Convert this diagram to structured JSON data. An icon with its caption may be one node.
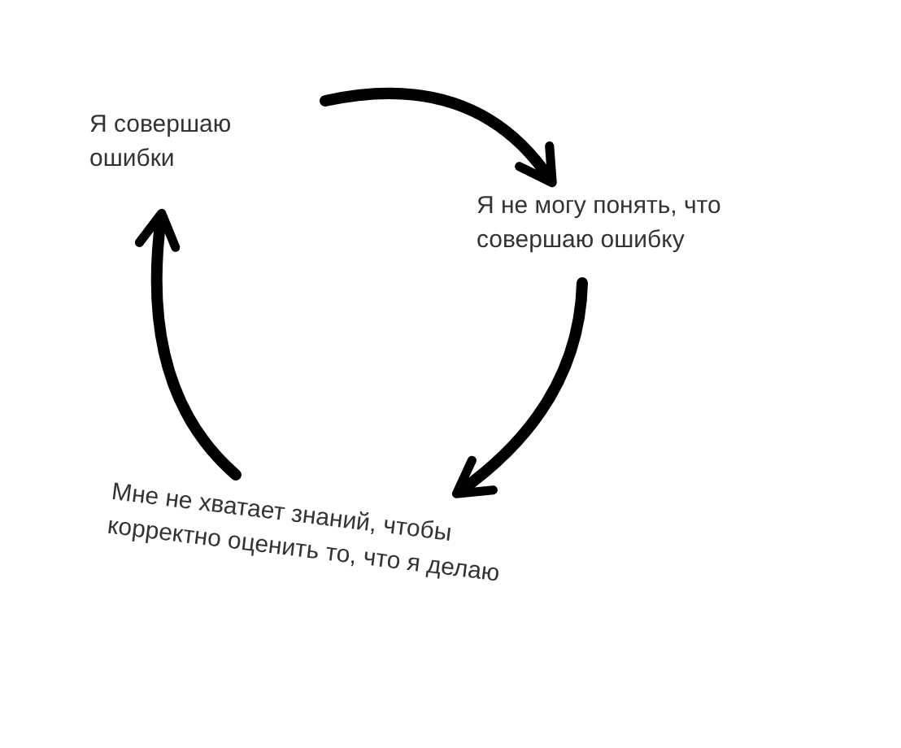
{
  "diagram": {
    "nodes": [
      {
        "text": [
          "Я совершаю ошибки"
        ]
      },
      {
        "text": [
          "Я не могу понять, что совершаю ошибку"
        ]
      },
      {
        "text": [
          "Мне не хватает знаний, чтобы корректно оценить то, что я делаю"
        ]
      }
    ],
    "edges": [
      {
        "from": 0,
        "to": 1,
        "arrow": "to"
      },
      {
        "from": 1,
        "to": 2,
        "arrow": "to"
      },
      {
        "from": 2,
        "to": 0,
        "arrow": "to"
      }
    ]
  }
}
